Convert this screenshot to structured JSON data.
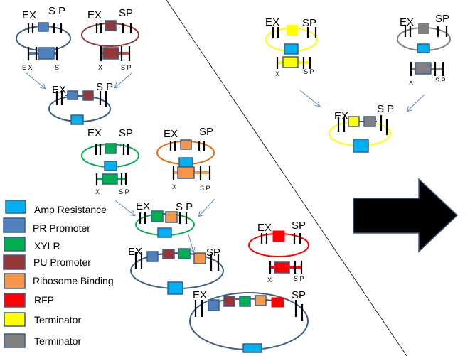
{
  "colors": {
    "amp": "#00b0f0",
    "pr": "#4f81bd",
    "xylr": "#00b050",
    "pu": "#953735",
    "rbs": "#f79646",
    "rfp": "#ff0000",
    "term_yellow": "#ffff00",
    "term_gray": "#808080",
    "border": "#385d8a",
    "plasmid_blue": "#385d8a",
    "plasmid_red": "#953735",
    "plasmid_green": "#00b050",
    "plasmid_orange": "#e46c0a",
    "plasmid_bright_red": "#ff0000",
    "plasmid_yellow": "#ffff00",
    "plasmid_gray": "#808080"
  },
  "labels": {
    "ex": "EX",
    "sp": "SP",
    "s_p": "S P",
    "e_x": "E X",
    "x": "X",
    "s": "S"
  },
  "legend": [
    {
      "key": "amp",
      "label": "Amp Resistance"
    },
    {
      "key": "pr",
      "label": "PR Promoter"
    },
    {
      "key": "xylr",
      "label": "XYLR"
    },
    {
      "key": "pu",
      "label": "PU Promoter"
    },
    {
      "key": "rbs",
      "label": "Ribosome Binding"
    },
    {
      "key": "rfp",
      "label": "RFP"
    },
    {
      "key": "term_yellow",
      "label": "Terminator"
    },
    {
      "key": "term_gray",
      "label": "Terminator"
    }
  ],
  "plasmids": [
    {
      "id": "pr-plasmid",
      "parts": [
        "pr"
      ]
    },
    {
      "id": "pu-plasmid",
      "parts": [
        "pu"
      ]
    },
    {
      "id": "pr-pu-plasmid",
      "parts": [
        "pr",
        "pu"
      ],
      "marker": "amp"
    },
    {
      "id": "xylr-plasmid",
      "parts": [
        "xylr"
      ],
      "marker": "amp"
    },
    {
      "id": "rbs-plasmid",
      "parts": [
        "rbs"
      ],
      "marker": "amp"
    },
    {
      "id": "xylr-rbs-plasmid",
      "parts": [
        "xylr",
        "rbs"
      ],
      "marker": "amp"
    },
    {
      "id": "pr-pu-xylr-rbs-plasmid",
      "parts": [
        "pr",
        "pu",
        "xylr",
        "rbs"
      ],
      "marker": "amp"
    },
    {
      "id": "rfp-plasmid",
      "parts": [
        "rfp"
      ]
    },
    {
      "id": "full-construct-plasmid",
      "parts": [
        "pr",
        "pu",
        "xylr",
        "rbs",
        "rfp"
      ],
      "marker": "amp"
    },
    {
      "id": "term-yellow-plasmid",
      "parts": [
        "term_yellow"
      ],
      "marker": "amp"
    },
    {
      "id": "term-gray-plasmid",
      "parts": [
        "term_gray"
      ],
      "marker": "amp"
    },
    {
      "id": "double-terminator-plasmid",
      "parts": [
        "term_yellow",
        "term_gray"
      ],
      "marker": "amp"
    }
  ],
  "next_arrow": "right-arrow"
}
